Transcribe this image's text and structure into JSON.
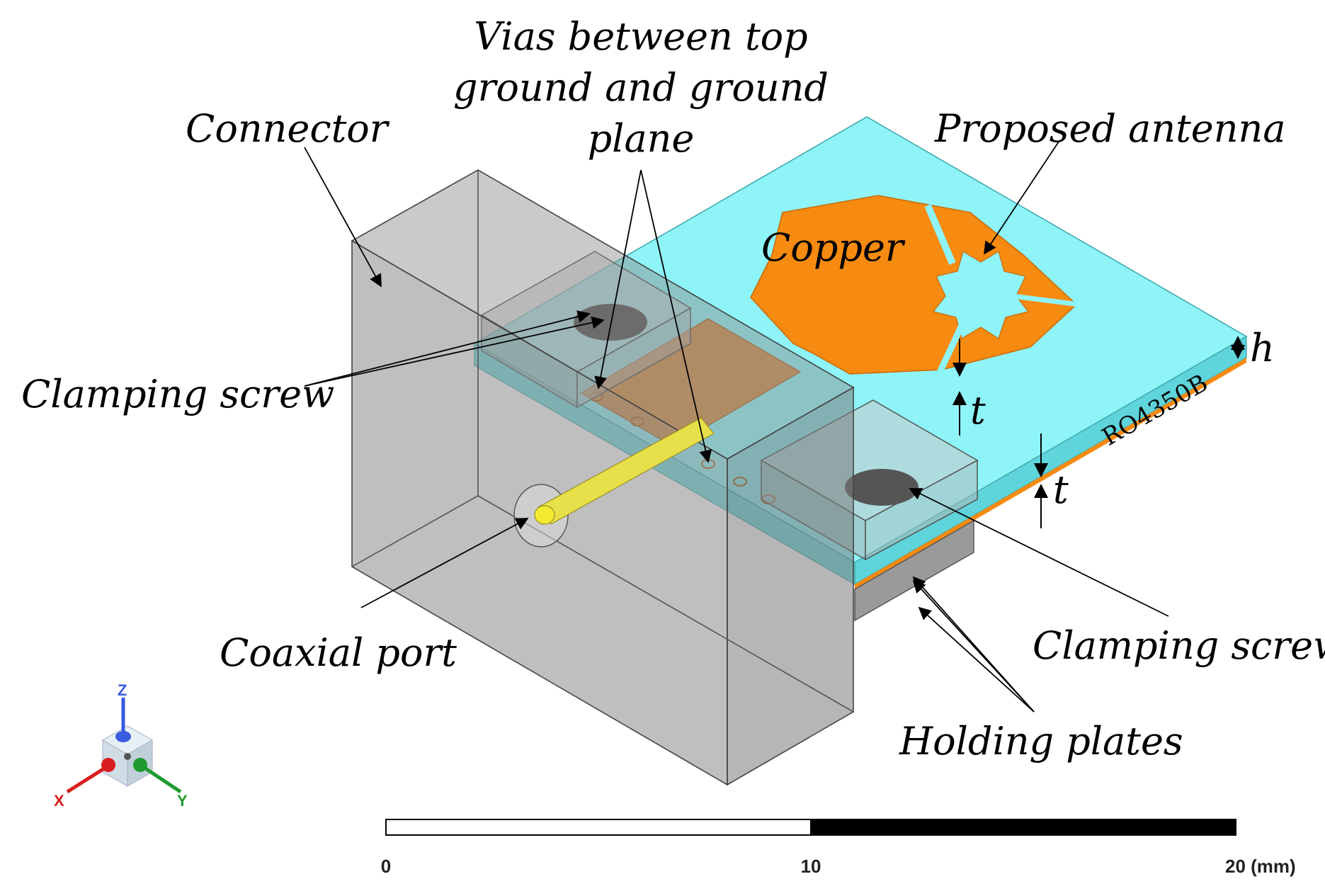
{
  "labels": {
    "vias": [
      "Vias between top",
      "ground and ground",
      "plane"
    ],
    "connector": "Connector",
    "proposed_antenna": "Proposed antenna",
    "copper": "Copper",
    "clamping_screw_left": "Clamping screw",
    "clamping_screw_right": "Clamping screw",
    "coaxial_port": "Coaxial port",
    "holding_plates": "Holding plates",
    "substrate": "RO4350B",
    "h": "h",
    "t_antenna": "t",
    "t_substrate": "t"
  },
  "axes": {
    "x": "X",
    "y": "Y",
    "z": "Z"
  },
  "scale_bar": {
    "ticks": [
      "0",
      "10",
      "20 (mm)"
    ],
    "min": 0,
    "max": 20,
    "unit": "mm"
  },
  "colors": {
    "substrate": "#8ef4f8",
    "copper": "#f78a10",
    "connector": "#8a8a8a",
    "pin": "#e8e04a",
    "axis_x": "#d81e1e",
    "axis_y": "#1e9a2e",
    "axis_z": "#3a5ae0"
  }
}
